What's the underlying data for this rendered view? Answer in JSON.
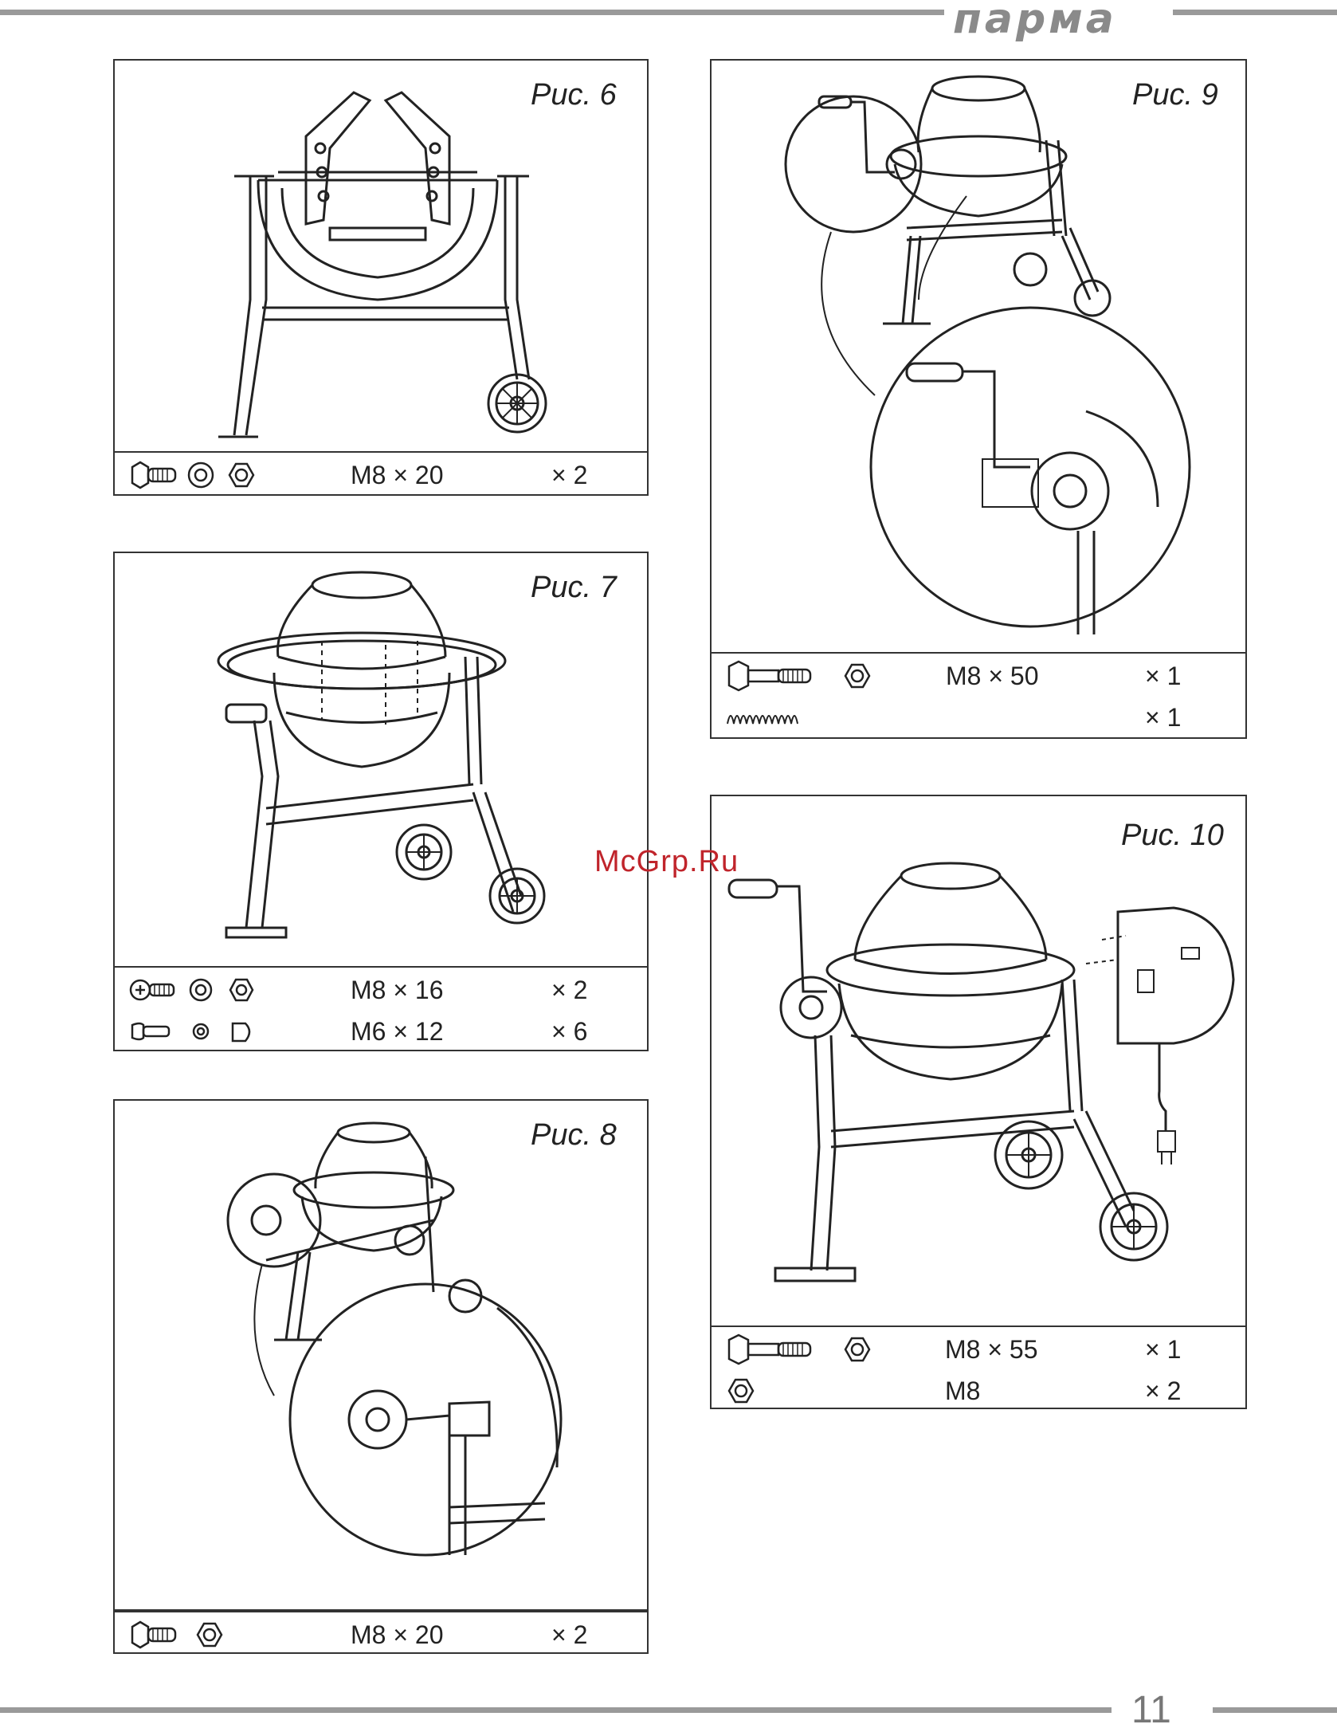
{
  "header": {
    "brand": "парма"
  },
  "footer": {
    "page_number": "11"
  },
  "watermark": "McGrp.Ru",
  "figures": [
    {
      "title": "Рис. 6",
      "parts": [
        {
          "spec": "M8 × 20",
          "qty": "× 2"
        }
      ]
    },
    {
      "title": "Рис. 7",
      "parts": [
        {
          "spec": "M8 × 16",
          "qty": "× 2"
        },
        {
          "spec": "M6 × 12",
          "qty": "× 6"
        }
      ]
    },
    {
      "title": "Рис. 8",
      "parts": [
        {
          "spec": "M8 × 20",
          "qty": "× 2"
        }
      ]
    },
    {
      "title": "Рис. 9",
      "parts": [
        {
          "spec": "M8 × 50",
          "qty": "× 1"
        },
        {
          "spec": "",
          "qty": "× 1"
        }
      ]
    },
    {
      "title": "Рис. 10",
      "parts": [
        {
          "spec": "M8 × 55",
          "qty": "× 1"
        },
        {
          "spec": "M8",
          "qty": "× 2"
        }
      ]
    }
  ]
}
